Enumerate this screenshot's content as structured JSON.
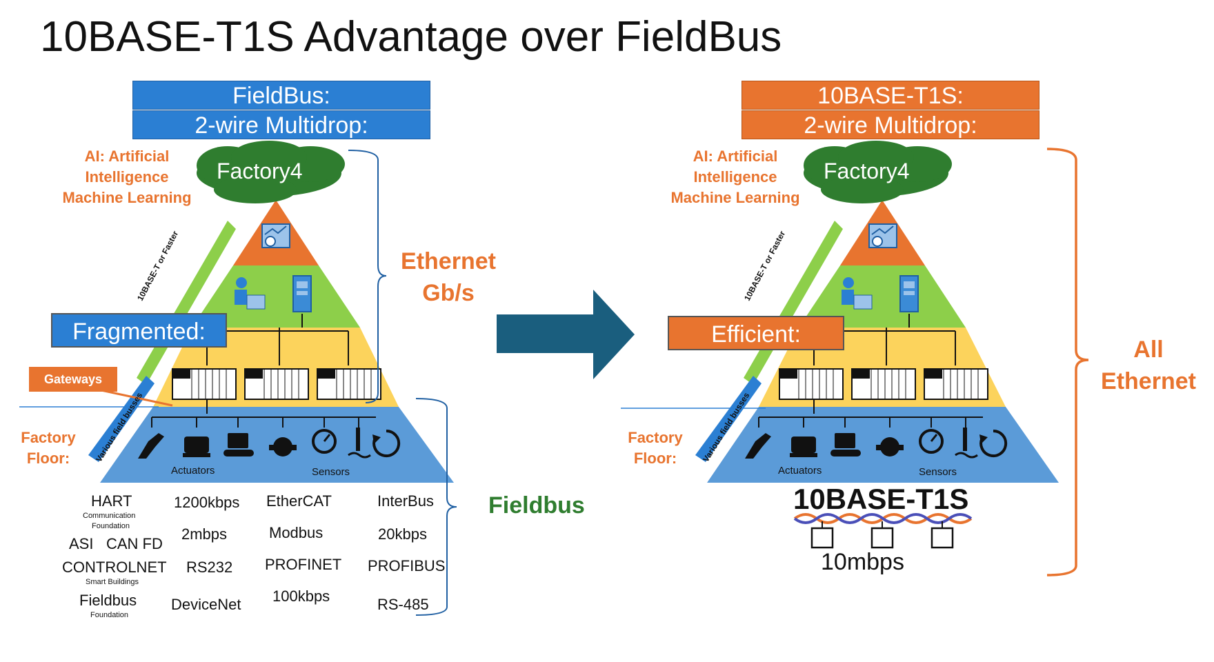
{
  "title": "10BASE-T1S Advantage over FieldBus",
  "left": {
    "banner1": "FieldBus:",
    "banner2": "2-wire Multidrop:",
    "ai_lines": [
      "AI: Artificial",
      "Intelligence",
      "Machine Learning"
    ],
    "cloud": "Factory4",
    "ethernet": [
      "Ethernet",
      "Gb/s"
    ],
    "callout": "Fragmented:",
    "gateways": "Gateways",
    "factory_floor": [
      "Factory",
      "Floor:"
    ],
    "diag_green": "10BASE-T or Faster",
    "diag_blue": "Various field busses",
    "actuators": "Actuators",
    "sensors": "Sensors",
    "fieldbus_label": "Fieldbus",
    "protocols": {
      "hart": "HART",
      "hart_sub": [
        "Communication",
        "Foundation"
      ],
      "asi": "ASI",
      "canfd": "CAN FD",
      "controlnet": "CONTROLNET",
      "controlnet_sub": "Smart Buildings",
      "fieldbus": "Fieldbus",
      "fieldbus_sub": "Foundation",
      "k1200": "1200kbps",
      "m2": "2mbps",
      "rs232": "RS232",
      "devicenet": "DeviceNet",
      "ethercat": "EtherCAT",
      "modbus": "Modbus",
      "profinet": "PROFINET",
      "k100": "100kbps",
      "interbus": "InterBus",
      "k20": "20kbps",
      "profibus": "PROFIBUS",
      "rs485": "RS-485"
    }
  },
  "right": {
    "banner1": "10BASE-T1S:",
    "banner2": "2-wire Multidrop:",
    "ai_lines": [
      "AI: Artificial",
      "Intelligence",
      "Machine Learning"
    ],
    "cloud": "Factory4",
    "callout": "Efficient:",
    "factory_floor": [
      "Factory",
      "Floor:"
    ],
    "diag_green": "10BASE-T or Faster",
    "diag_blue": "Various field busses",
    "actuators": "Actuators",
    "sensors": "Sensors",
    "t1s_label": "10BASE-T1S",
    "speed": "10mbps",
    "all_ethernet": [
      "All",
      "Ethernet"
    ]
  },
  "colors": {
    "blue": "#2b7fd3",
    "orange": "#e8742f",
    "green": "#8dcf4a",
    "yellow": "#fcd35c",
    "pyramid_blue": "#5b9bd8",
    "cloud": "#2f7d2f",
    "arrow": "#1a5e7e"
  }
}
